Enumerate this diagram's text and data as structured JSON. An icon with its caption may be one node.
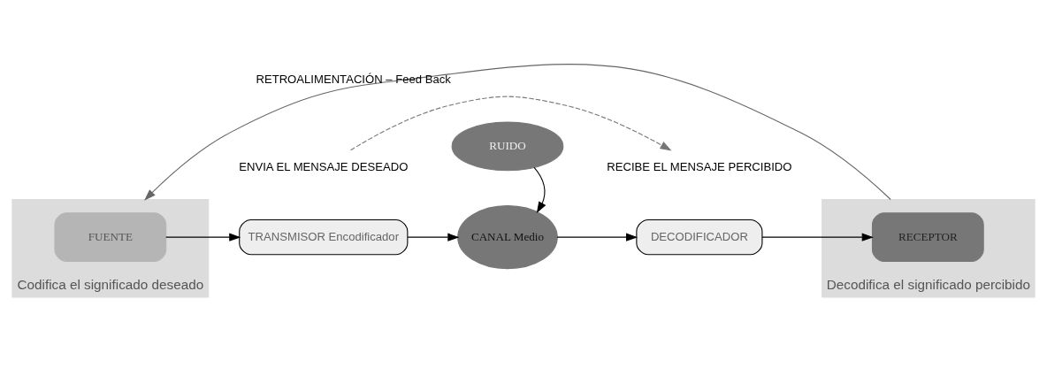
{
  "diagram": {
    "nodes": [
      {
        "text": [
          "Codifica el significado deseado"
        ]
      },
      {
        "text": [
          "FUENTE"
        ],
        "in": 0
      },
      {
        "text": [
          "TRANSMISOR Encodificador"
        ]
      },
      {
        "text": [
          "CANAL Medio"
        ]
      },
      {
        "text": [
          "RUIDO"
        ]
      },
      {
        "text": [
          "DECODIFICADOR"
        ]
      },
      {
        "text": [
          "Decodifica el significado percibido"
        ]
      },
      {
        "text": [
          "RECEPTOR"
        ],
        "in": 6
      },
      {
        "text": [
          "ENVIA EL MENSAJE DESEADO"
        ]
      },
      {
        "text": [
          "RECIBE EL MENSAJE PERCIBIDO"
        ]
      }
    ],
    "edges": [
      {
        "from": 1,
        "to": 2,
        "arrow": "to"
      },
      {
        "from": 2,
        "to": 3,
        "arrow": "to"
      },
      {
        "from": 4,
        "to": 3,
        "arrow": "to"
      },
      {
        "from": 3,
        "to": 5,
        "arrow": "to"
      },
      {
        "from": 5,
        "to": 7,
        "arrow": "to"
      },
      {
        "from": 8,
        "to": 9,
        "arrow": "to",
        "style": "dashed",
        "color": "#777777"
      },
      {
        "from": 6,
        "to": 0,
        "arrow": "to",
        "label": "RETROALIMENTACIÓN – Feed Back",
        "color": "#666666"
      }
    ]
  }
}
